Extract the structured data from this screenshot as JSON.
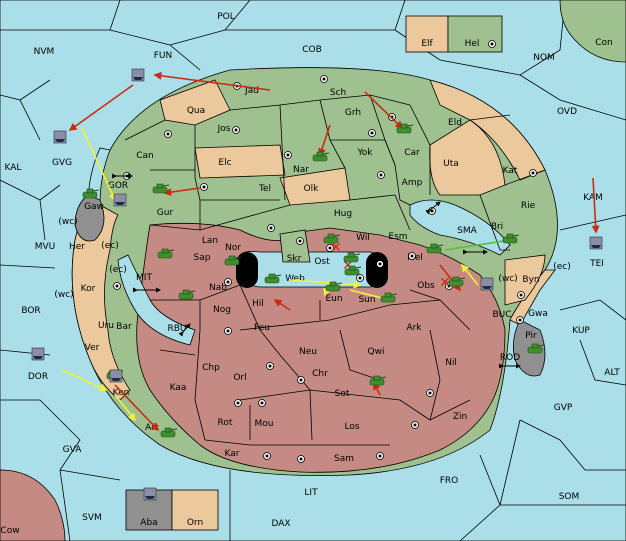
{
  "map": {
    "colors": {
      "sea": "#aadfe9",
      "green_power": "#9fc08f",
      "tan_power": "#ecc99c",
      "red_power": "#c48a83",
      "grey_power": "#909090",
      "move_arrow": "#cc2a10",
      "support_arrow": "#f2f23a",
      "convoy_arrow": "#55c13a"
    },
    "legend_top": {
      "left": "Elf",
      "right": "Hel"
    },
    "legend_bottom": {
      "left": "Aba",
      "right": "Orn"
    },
    "sea_labels": [
      "POL",
      "COB",
      "NVM",
      "FUN",
      "NOM",
      "OVD",
      "KAL",
      "Con",
      "KAM",
      "MVU",
      "BOR",
      "KUP",
      "ALT",
      "GVP",
      "SOM",
      "FRO",
      "LIT",
      "SVM",
      "DAX",
      "GVA",
      "Cow",
      "TEI",
      "DOR",
      "GVG",
      "GOR",
      "MIT",
      "RBU",
      "BUC",
      "ROD",
      "SMA"
    ],
    "coast_labels": [
      "(wc)",
      "(ec)",
      "(ec)",
      "(wc)",
      "(wc)",
      "(ec)"
    ],
    "provinces_green": [
      "Jad",
      "Sch",
      "Qua",
      "Jos",
      "Grh",
      "Car",
      "Can",
      "Elc",
      "Nar",
      "Yok",
      "Amp",
      "Eld",
      "Tel",
      "Olk",
      "Gur",
      "Lan",
      "Hug",
      "Kat",
      "Esm",
      "Rie",
      "Nor",
      "Wil",
      "Bri",
      "Aik"
    ],
    "provinces_tan": [
      "Uta",
      "Her",
      "Kor",
      "Ver",
      "Byn",
      "Gwa"
    ],
    "provinces_red": [
      "Sap",
      "Skr",
      "Ost",
      "Web",
      "Mel",
      "Nab",
      "Eun",
      "Sun",
      "Obs",
      "Hil",
      "Nog",
      "Uru",
      "Feu",
      "Ark",
      "Bar",
      "Chp",
      "Neu",
      "Qwi",
      "Orl",
      "Nil",
      "Chr",
      "Kaa",
      "Ken",
      "Sot",
      "Rot",
      "Mou",
      "Los",
      "Zin",
      "Kar",
      "Sam"
    ],
    "provinces_grey": [
      "Gaw",
      "Pir"
    ],
    "small_sea_labels": [
      "Skr"
    ]
  }
}
